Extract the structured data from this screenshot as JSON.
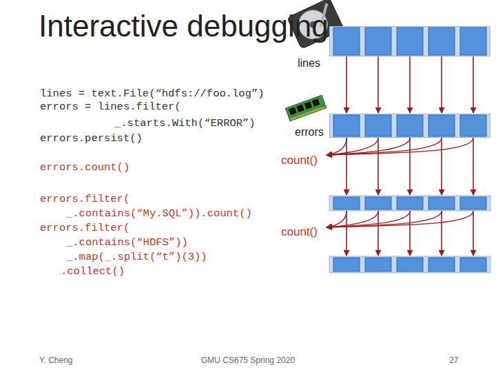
{
  "diagram": {
    "title": "Interactive debugging",
    "nodes": [
      {
        "text": [
          "lines"
        ]
      },
      {
        "text": [
          "errors"
        ]
      }
    ],
    "edges": [
      {
        "from": 0,
        "to": 1,
        "arrow": "to"
      },
      {
        "from": 0,
        "to": 1,
        "arrow": "to"
      },
      {
        "from": 0,
        "to": 1,
        "arrow": "to"
      },
      {
        "from": 0,
        "to": 1,
        "arrow": "to"
      },
      {
        "from": 0,
        "to": 1,
        "arrow": "to"
      }
    ],
    "labels": [
      "lines = text.File(“hdfs://foo.log”)",
      "errors = lines.filter(",
      "_.starts.With(“ERROR”)",
      "errors.persist()",
      "errors.count()",
      "errors.filter(",
      "_.contains(“My.SQL”)).count()",
      "errors.filter(",
      "_.contains(“HDFS”))",
      "_.map(_.split(“t”)(3))",
      ".collect()",
      "count()",
      "count()",
      "Y. Cheng",
      "GMU CS675 Spring 2020",
      "27"
    ]
  }
}
